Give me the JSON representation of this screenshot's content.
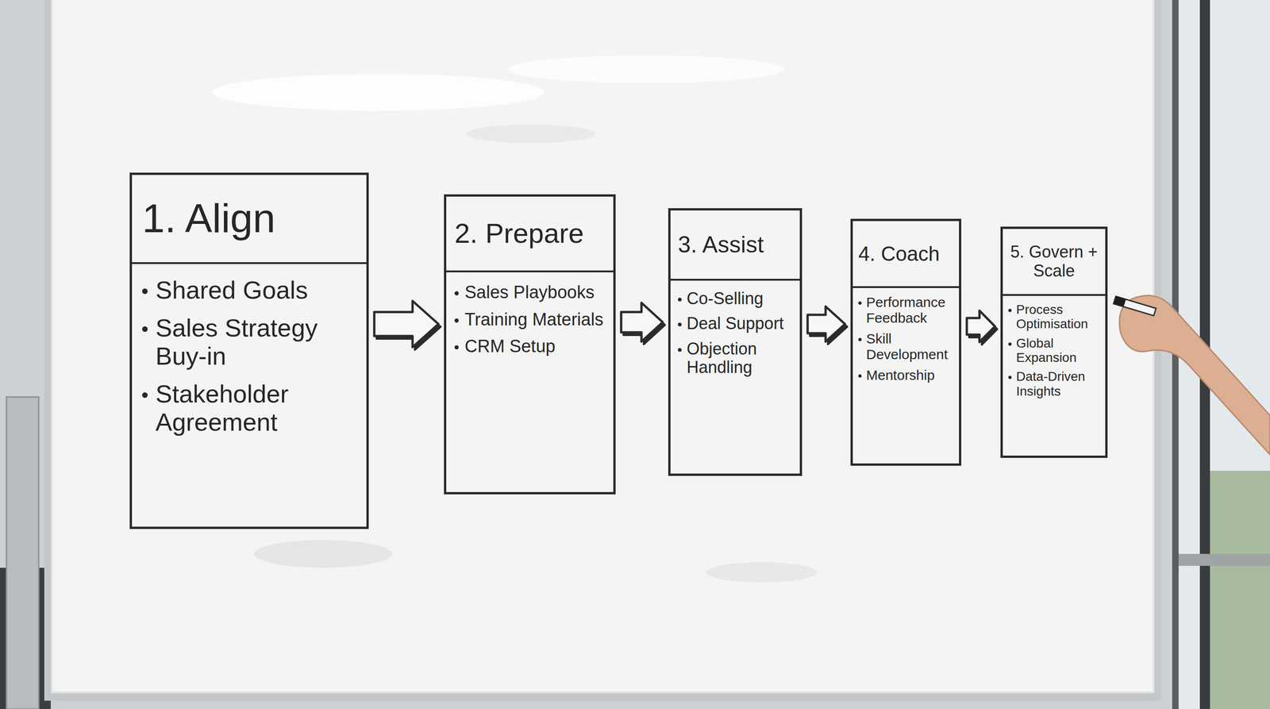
{
  "diagram": {
    "nodes": [
      {
        "text": [
          "1. Align",
          "Shared Goals",
          "Sales Strategy Buy-in",
          "Stakeholder Agreement"
        ]
      },
      {
        "text": [
          "2. Prepare",
          "Sales Playbooks",
          "Training Materials",
          "CRM Setup"
        ]
      },
      {
        "text": [
          "3. Assist",
          "Co-Selling",
          "Deal Support",
          "Objection Handling"
        ]
      },
      {
        "text": [
          "4. Coach",
          "Performance Feedback",
          "Skill Development",
          "Mentorship"
        ]
      },
      {
        "text": [
          "5. Govern + Scale",
          "Process Optimisation",
          "Global Expansion",
          "Data-Driven Insights"
        ]
      }
    ],
    "edges": [
      {
        "from": 0,
        "to": 1,
        "arrow": "to"
      },
      {
        "from": 1,
        "to": 2,
        "arrow": "to"
      },
      {
        "from": 2,
        "to": 3,
        "arrow": "to"
      },
      {
        "from": 3,
        "to": 4,
        "arrow": "to"
      }
    ]
  }
}
